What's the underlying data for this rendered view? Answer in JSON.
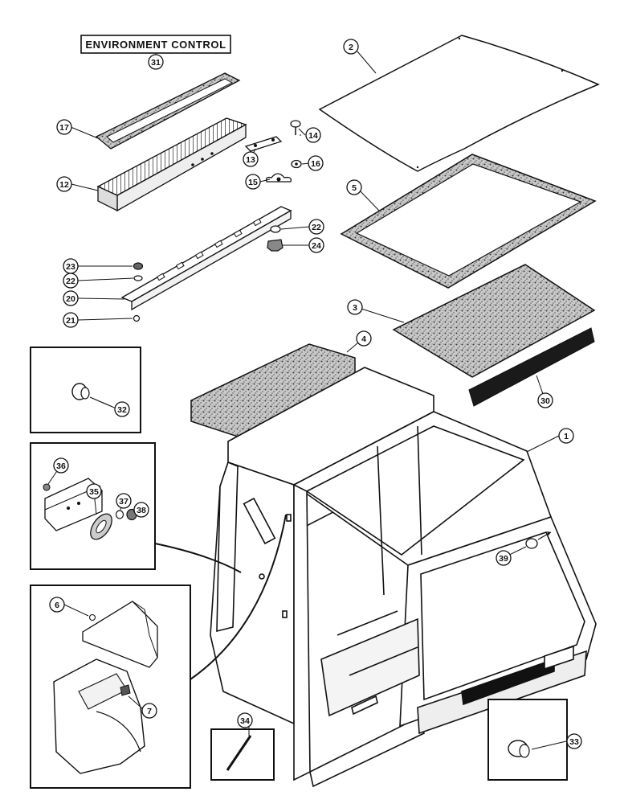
{
  "title": "ENVIRONMENT CONTROL",
  "callouts": {
    "c1": "1",
    "c2": "2",
    "c3": "3",
    "c4": "4",
    "c5": "5",
    "c6": "6",
    "c7": "7",
    "c12": "12",
    "c13": "13",
    "c14": "14",
    "c15": "15",
    "c16": "16",
    "c17": "17",
    "c20": "20",
    "c21": "21",
    "c22a": "22",
    "c22b": "22",
    "c23": "23",
    "c24": "24",
    "c30": "30",
    "c31": "31",
    "c32": "32",
    "c33": "33",
    "c34": "34",
    "c35": "35",
    "c36": "36",
    "c37": "37",
    "c38": "38",
    "c39": "39"
  },
  "colors": {
    "ink": "#111111",
    "paper": "#ffffff",
    "speckle": "#9a9a9a",
    "strip": "#1a1a1a"
  }
}
